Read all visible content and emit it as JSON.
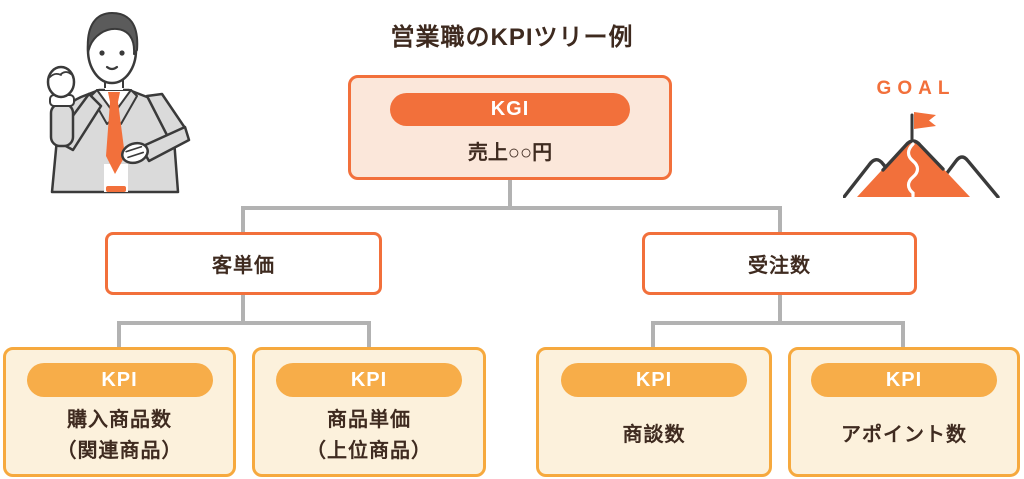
{
  "title": "営業職のKPIツリー例",
  "goal": {
    "label": "GOAL"
  },
  "icons": {
    "person": "businessman-fist-pump-illustration",
    "goal_mountain": "mountain-with-flag-icon"
  },
  "colors": {
    "kgi_accent": "#F2703B",
    "kgi_fill": "#FBE7DA",
    "kpi_accent": "#F7AD49",
    "kpi_border": "#F6A93E",
    "kpi_fill": "#FCF1DC",
    "branch_fill": "#FFFFFF",
    "text": "#3F2B20",
    "connector": "#B2B2B2",
    "goal_text": "#F2703B"
  },
  "tree": {
    "root": {
      "badge": "KGI",
      "label": "売上○○円"
    },
    "branches": [
      {
        "label": "客単価"
      },
      {
        "label": "受注数"
      }
    ],
    "kpis": [
      {
        "badge": "KPI",
        "line1": "購入商品数",
        "line2": "（関連商品）"
      },
      {
        "badge": "KPI",
        "line1": "商品単価",
        "line2": "（上位商品）"
      },
      {
        "badge": "KPI",
        "line1": "商談数",
        "line2": ""
      },
      {
        "badge": "KPI",
        "line1": "アポイント数",
        "line2": ""
      }
    ]
  }
}
